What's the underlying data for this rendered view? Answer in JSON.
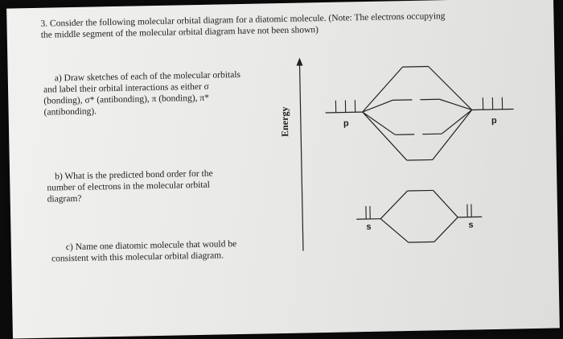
{
  "question": {
    "line1": "3. Consider the following molecular orbital diagram for a diatomic molecule. (Note: The electrons occupying",
    "line2": "the middle segment of the molecular orbital diagram have not been shown)"
  },
  "part_a": {
    "line1": "a) Draw sketches of each of the molecular orbitals",
    "line2": "and label their orbital interactions as either σ",
    "line3": "(bonding), σ* (antibonding), π (bonding), π*",
    "line4": "(antibonding)."
  },
  "part_b": {
    "line1": "b) What is the predicted bond order for the",
    "line2": "number of electrons in the molecular orbital",
    "line3": "diagram?"
  },
  "part_c": {
    "line1": "c) Name one diatomic molecule that would be",
    "line2": "consistent with this molecular orbital diagram."
  },
  "diagram": {
    "energy_label": "Energy",
    "p_left": "p",
    "p_right": "p",
    "s_left": "s",
    "s_right": "s"
  },
  "colors": {
    "ink": "#1d1d1d",
    "paper": "#ececea",
    "background": "#0b0b0b"
  }
}
